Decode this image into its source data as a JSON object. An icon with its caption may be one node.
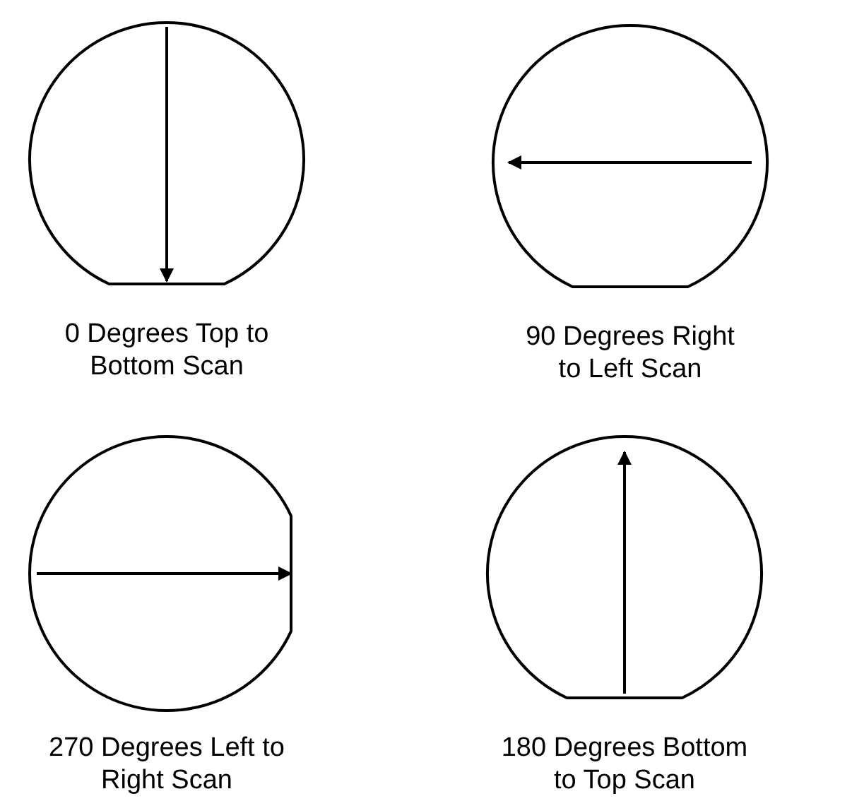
{
  "diagram": {
    "nodes": [
      {
        "text": [],
        "shape": "circle",
        "beside": [
          "0 Degrees Top to Bottom Scan"
        ]
      },
      {
        "text": [],
        "shape": "circle",
        "beside": [
          "90 Degrees Right to Left Scan"
        ]
      },
      {
        "text": [],
        "shape": "circle",
        "beside": [
          "270 Degrees Left to Right Scan"
        ]
      },
      {
        "text": [],
        "shape": "circle",
        "beside": [
          "180 Degrees Bottom to Top Scan"
        ]
      }
    ]
  }
}
